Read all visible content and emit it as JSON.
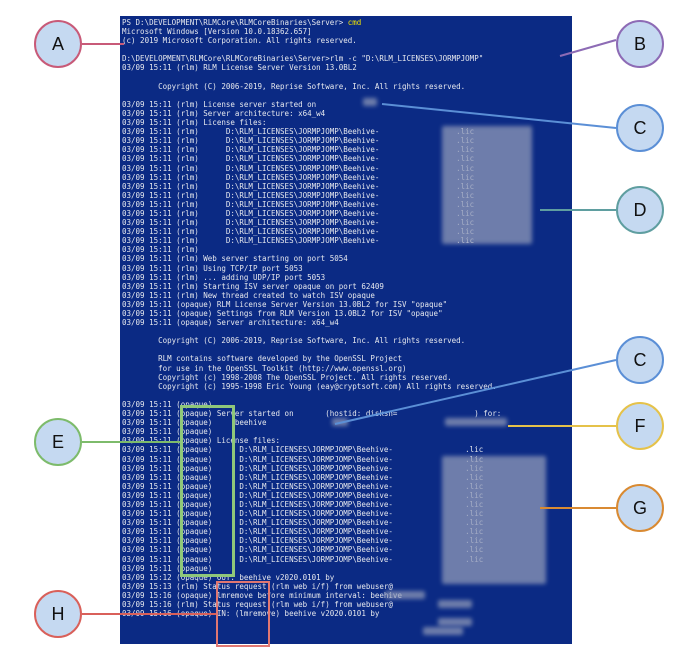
{
  "terminal": {
    "prompt": "PS D:\\DEVELOPMENT\\RLMCore\\RLMCoreBinaries\\Server>",
    "prompt_cmd": "cmd",
    "lines": [
      "Microsoft Windows [Version 10.0.18362.657]",
      "(c) 2019 Microsoft Corporation. All rights reserved.",
      "",
      "D:\\DEVELOPMENT\\RLMCore\\RLMCoreBinaries\\Server>rlm -c \"D:\\RLM_LICENSES\\JORMPJOMP\"",
      "03/09 15:11 (rlm) RLM License Server Version 13.0BL2",
      "",
      "        Copyright (C) 2006-2019, Reprise Software, Inc. All rights reserved.",
      "",
      "03/09 15:11 (rlm) License server started on",
      "03/09 15:11 (rlm) Server architecture: x64_w4",
      "03/09 15:11 (rlm) License files:",
      "03/09 15:11 (rlm)      D:\\RLM_LICENSES\\JORMPJOMP\\Beehive-                 .lic",
      "03/09 15:11 (rlm)      D:\\RLM_LICENSES\\JORMPJOMP\\Beehive-                 .lic",
      "03/09 15:11 (rlm)      D:\\RLM_LICENSES\\JORMPJOMP\\Beehive-                 .lic",
      "03/09 15:11 (rlm)      D:\\RLM_LICENSES\\JORMPJOMP\\Beehive-                 .lic",
      "03/09 15:11 (rlm)      D:\\RLM_LICENSES\\JORMPJOMP\\Beehive-                 .lic",
      "03/09 15:11 (rlm)      D:\\RLM_LICENSES\\JORMPJOMP\\Beehive-                 .lic",
      "03/09 15:11 (rlm)      D:\\RLM_LICENSES\\JORMPJOMP\\Beehive-                 .lic",
      "03/09 15:11 (rlm)      D:\\RLM_LICENSES\\JORMPJOMP\\Beehive-                 .lic",
      "03/09 15:11 (rlm)      D:\\RLM_LICENSES\\JORMPJOMP\\Beehive-                 .lic",
      "03/09 15:11 (rlm)      D:\\RLM_LICENSES\\JORMPJOMP\\Beehive-                 .lic",
      "03/09 15:11 (rlm)      D:\\RLM_LICENSES\\JORMPJOMP\\Beehive-                 .lic",
      "03/09 15:11 (rlm)      D:\\RLM_LICENSES\\JORMPJOMP\\Beehive-                 .lic",
      "03/09 15:11 (rlm)      D:\\RLM_LICENSES\\JORMPJOMP\\Beehive-                 .lic",
      "03/09 15:11 (rlm)",
      "03/09 15:11 (rlm) Web server starting on port 5054",
      "03/09 15:11 (rlm) Using TCP/IP port 5053",
      "03/09 15:11 (rlm) ... adding UDP/IP port 5053",
      "03/09 15:11 (rlm) Starting ISV server opaque on port 62409",
      "03/09 15:11 (rlm) New thread created to watch ISV opaque",
      "03/09 15:11 (opaque) RLM License Server Version 13.0BL2 for ISV \"opaque\"",
      "03/09 15:11 (opaque) Settings from RLM Version 13.0BL2 for ISV \"opaque\"",
      "03/09 15:11 (opaque) Server architecture: x64_w4",
      "",
      "        Copyright (C) 2006-2019, Reprise Software, Inc. All rights reserved.",
      "",
      "        RLM contains software developed by the OpenSSL Project",
      "        for use in the OpenSSL Toolkit (http://www.openssl.org)",
      "        Copyright (c) 1998-2008 The OpenSSL Project. All rights reserved.",
      "        Copyright (c) 1995-1998 Eric Young (eay@cryptsoft.com) All rights reserved.",
      "",
      "03/09 15:11 (opaque)",
      "03/09 15:11 (opaque) Server started on       (hostid: disksn=                 ) for:",
      "03/09 15:11 (opaque)     beehive",
      "03/09 15:11 (opaque)",
      "03/09 15:11 (opaque) License files:",
      "03/09 15:11 (opaque)      D:\\RLM_LICENSES\\JORMPJOMP\\Beehive-                .lic",
      "03/09 15:11 (opaque)      D:\\RLM_LICENSES\\JORMPJOMP\\Beehive-                .lic",
      "03/09 15:11 (opaque)      D:\\RLM_LICENSES\\JORMPJOMP\\Beehive-                .lic",
      "03/09 15:11 (opaque)      D:\\RLM_LICENSES\\JORMPJOMP\\Beehive-                .lic",
      "03/09 15:11 (opaque)      D:\\RLM_LICENSES\\JORMPJOMP\\Beehive-                .lic",
      "03/09 15:11 (opaque)      D:\\RLM_LICENSES\\JORMPJOMP\\Beehive-                .lic",
      "03/09 15:11 (opaque)      D:\\RLM_LICENSES\\JORMPJOMP\\Beehive-                .lic",
      "03/09 15:11 (opaque)      D:\\RLM_LICENSES\\JORMPJOMP\\Beehive-                .lic",
      "03/09 15:11 (opaque)      D:\\RLM_LICENSES\\JORMPJOMP\\Beehive-                .lic",
      "03/09 15:11 (opaque)      D:\\RLM_LICENSES\\JORMPJOMP\\Beehive-                .lic",
      "03/09 15:11 (opaque)      D:\\RLM_LICENSES\\JORMPJOMP\\Beehive-                .lic",
      "03/09 15:11 (opaque)      D:\\RLM_LICENSES\\JORMPJOMP\\Beehive-                .lic",
      "03/09 15:11 (opaque)      D:\\RLM_LICENSES\\JORMPJOMP\\Beehive-                .lic",
      "03/09 15:11 (opaque)",
      "03/09 15:12 (opaque) OUT: beehive v2020.0101 by",
      "03/09 15:13 (rlm) Status request (rlm web i/f) from webuser@",
      "03/09 15:16 (opaque) lmremove before minimum interval: beehive",
      "03/09 15:16 (rlm) Status request (rlm web i/f) from webuser@",
      "03/09 15:16 (opaque) IN: (lmremove) beehive v2020.0101 by"
    ]
  },
  "callouts": [
    {
      "id": "a",
      "label": "A",
      "color": "#c85a78",
      "fill": "#c5d9f1"
    },
    {
      "id": "b",
      "label": "B",
      "color": "#8d6bb5",
      "fill": "#c5d9f1"
    },
    {
      "id": "c1",
      "label": "C",
      "color": "#5b8fd6",
      "fill": "#c5d9f1"
    },
    {
      "id": "d",
      "label": "D",
      "color": "#5f9ea0",
      "fill": "#c5d9f1"
    },
    {
      "id": "c2",
      "label": "C",
      "color": "#5b8fd6",
      "fill": "#c5d9f1"
    },
    {
      "id": "e",
      "label": "E",
      "color": "#7dbb6b",
      "fill": "#c5d9f1"
    },
    {
      "id": "f",
      "label": "F",
      "color": "#e5c24a",
      "fill": "#c5d9f1"
    },
    {
      "id": "g",
      "label": "G",
      "color": "#d98a32",
      "fill": "#c5d9f1"
    },
    {
      "id": "h",
      "label": "H",
      "color": "#d9605a",
      "fill": "#c5d9f1"
    }
  ]
}
